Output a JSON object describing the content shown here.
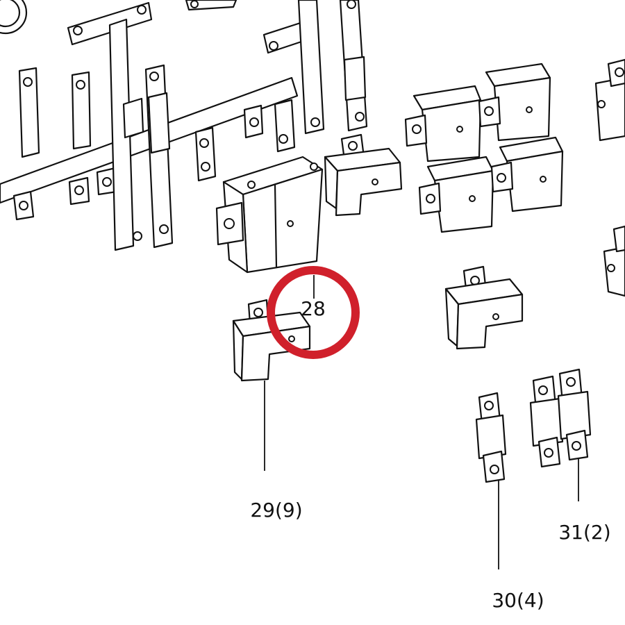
{
  "callouts": {
    "part_28": "28",
    "part_29": "29(9)",
    "part_30": "30(4)",
    "part_31": "31(2)"
  },
  "highlight": {
    "color": "#d0202b",
    "target": "28"
  }
}
